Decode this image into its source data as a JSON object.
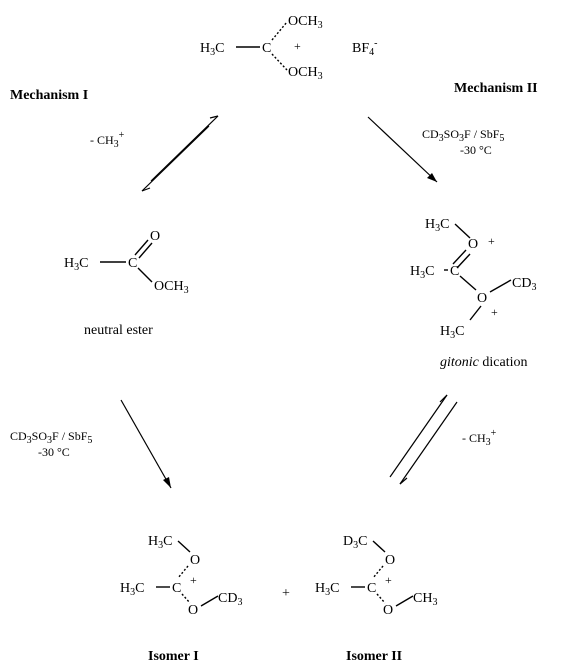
{
  "labels": {
    "mechanism_1": "Mechanism I",
    "mechanism_2": "Mechanism II",
    "neutral_ester": "neutral ester",
    "gitonic_italic": "gitonic",
    "dication": " dication",
    "isomer_1": "Isomer I",
    "isomer_2": "Isomer II",
    "plus": "+"
  },
  "reagents": {
    "loss_methyl": "- CH3+",
    "superacid_line1": "CD3SO3F / SbF5",
    "superacid_line2": "-30 °C"
  },
  "formula_text": {
    "H3C": "H3C",
    "D3C": "D3C",
    "OCH3": "OCH3",
    "CH3": "CH3",
    "CD3": "CD3",
    "BF4": "BF4-",
    "C": "C",
    "O": "O",
    "charge": "+"
  }
}
